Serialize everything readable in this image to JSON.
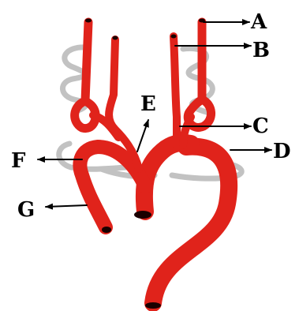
{
  "colors": {
    "vessel": "#e0231b",
    "vessel_shade": "#b3120c",
    "vessel_opening": "#1a0000",
    "gray_arches": "#c2c2c2",
    "leader_lines": "#000000"
  },
  "labels": {
    "A": "A",
    "B": "B",
    "C": "C",
    "D": "D",
    "E": "E",
    "F": "F",
    "G": "G"
  }
}
